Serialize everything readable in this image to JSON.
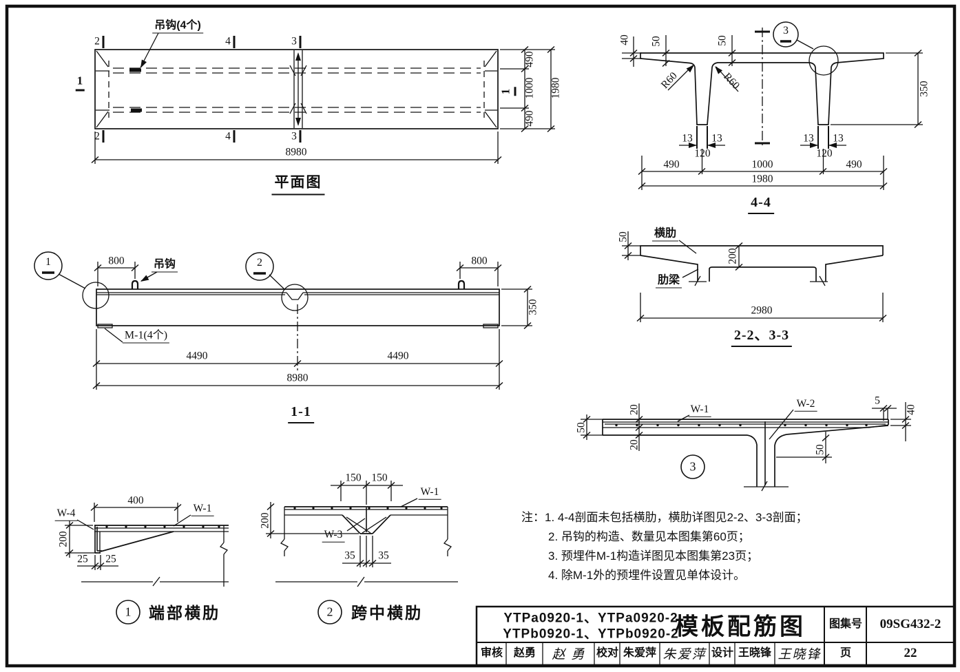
{
  "plan": {
    "title": "平面图",
    "hook_label": "吊钩(4个)",
    "m1": "1",
    "m2": "2",
    "m3": "3",
    "m4": "4",
    "dim_490a": "490",
    "dim_1000": "1000",
    "dim_490b": "490",
    "dim_1980": "1980",
    "dim_8980": "8980"
  },
  "elev": {
    "title": "1-1",
    "bubble1": "1",
    "bubble2": "2",
    "hook_label": "吊钩",
    "m1_label": "M-1(4个)",
    "dim_800l": "800",
    "dim_800r": "800",
    "dim_350": "350",
    "dim_4490l": "4490",
    "dim_4490r": "4490",
    "dim_8980": "8980"
  },
  "s44": {
    "title": "4-4",
    "bubble": "3",
    "dim_40": "40",
    "dim_50l": "50",
    "dim_50r": "50",
    "r60": "R60",
    "dim_350": "350",
    "dim_13": "13",
    "dim_120": "120",
    "dim_490a": "490",
    "dim_1000": "1000",
    "dim_490b": "490",
    "dim_1980": "1980"
  },
  "s22": {
    "title": "2-2、3-3",
    "rib_label": "横肋",
    "beam_label": "肋梁",
    "dim_50": "50",
    "dim_200": "200",
    "dim_2980": "2980"
  },
  "d3": {
    "bubble": "3",
    "w1": "W-1",
    "w2": "W-2",
    "dim_50l": "50",
    "dim_20t": "20",
    "dim_20b": "20",
    "dim_5": "5",
    "dim_40": "40",
    "dim_50r": "50"
  },
  "d1": {
    "bubble": "1",
    "title": "端部横肋",
    "w4": "W-4",
    "w1": "W-1",
    "dim_400": "400",
    "dim_200": "200",
    "dim_25l": "25",
    "dim_25r": "25"
  },
  "d2": {
    "bubble": "2",
    "title": "跨中横肋",
    "w1": "W-1",
    "w3": "W-3",
    "dim_150l": "150",
    "dim_150r": "150",
    "dim_200": "200",
    "dim_35l": "35",
    "dim_35r": "35"
  },
  "notes": {
    "l1": "注：1. 4-4剖面未包括横肋，横肋详图见2-2、3-3剖面；",
    "l2": "2. 吊钩的构造、数量见本图集第60页；",
    "l3": "3. 预埋件M-1构造详图见本图集第23页；",
    "l4": "4. 除M-1外的预埋件设置见单体设计。"
  },
  "titleblock": {
    "codes1": "YTPa0920-1、YTPa0920-2",
    "codes2": "YTPb0920-1、YTPb0920-2",
    "title": "模板配筋图",
    "atlas_label": "图集号",
    "atlas_no": "09SG432-2",
    "review_label": "审核",
    "review_name": "赵勇",
    "review_sig": "赵 勇",
    "proof_label": "校对",
    "proof_name": "朱爱萍",
    "proof_sig": "朱爱萍",
    "design_label": "设计",
    "design_name": "王晓锋",
    "design_sig": "王晓锋",
    "page_label": "页",
    "page_no": "22"
  },
  "colors": {
    "ink": "#111111",
    "paper": "#ffffff"
  }
}
